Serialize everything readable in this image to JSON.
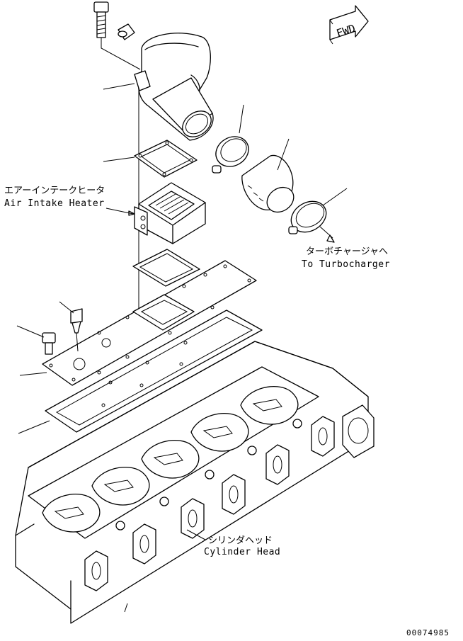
{
  "labels": {
    "air_intake_heater_jp": "エアーインテークヒータ",
    "air_intake_heater_en": "Air Intake Heater",
    "turbocharger_jp": "ターボチャージャへ",
    "turbocharger_en": "To Turbocharger",
    "cylinder_head_jp": "シリンダヘッド",
    "cylinder_head_en": "Cylinder Head",
    "fwd": "FWD",
    "drawing_number": "00074985"
  }
}
